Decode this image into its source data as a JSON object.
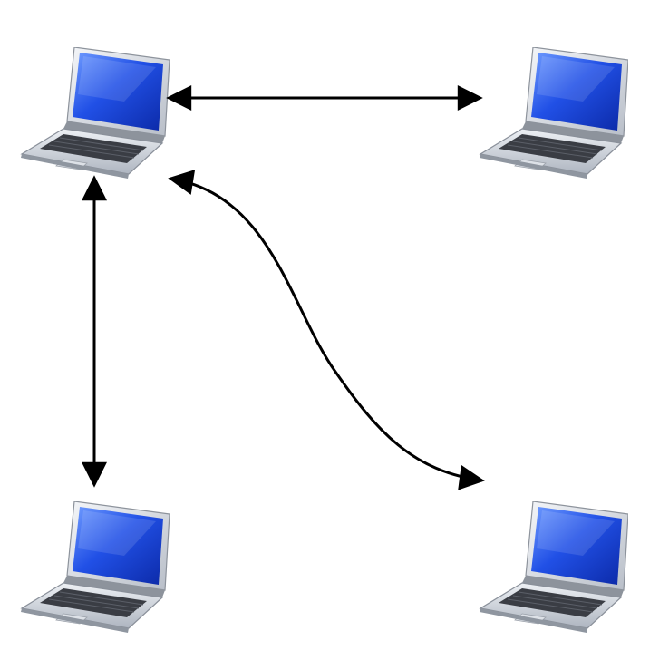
{
  "diagram": {
    "nodes": [
      {
        "id": "laptop-top-left",
        "icon": "laptop-icon"
      },
      {
        "id": "laptop-top-right",
        "icon": "laptop-icon"
      },
      {
        "id": "laptop-bottom-left",
        "icon": "laptop-icon"
      },
      {
        "id": "laptop-bottom-right",
        "icon": "laptop-icon"
      }
    ],
    "edges": [
      {
        "from": "laptop-top-left",
        "to": "laptop-top-right",
        "style": "straight",
        "direction": "both"
      },
      {
        "from": "laptop-top-left",
        "to": "laptop-bottom-left",
        "style": "straight",
        "direction": "both"
      },
      {
        "from": "laptop-top-left",
        "to": "laptop-bottom-right",
        "style": "curved",
        "direction": "both"
      }
    ],
    "colors": {
      "screen": "#1f47d6",
      "screen_highlight": "#6f9bff",
      "bezel": "#d9dde3",
      "body": "#c9ced6",
      "keyboard": "#3a3d44",
      "arrow": "#000000"
    }
  }
}
